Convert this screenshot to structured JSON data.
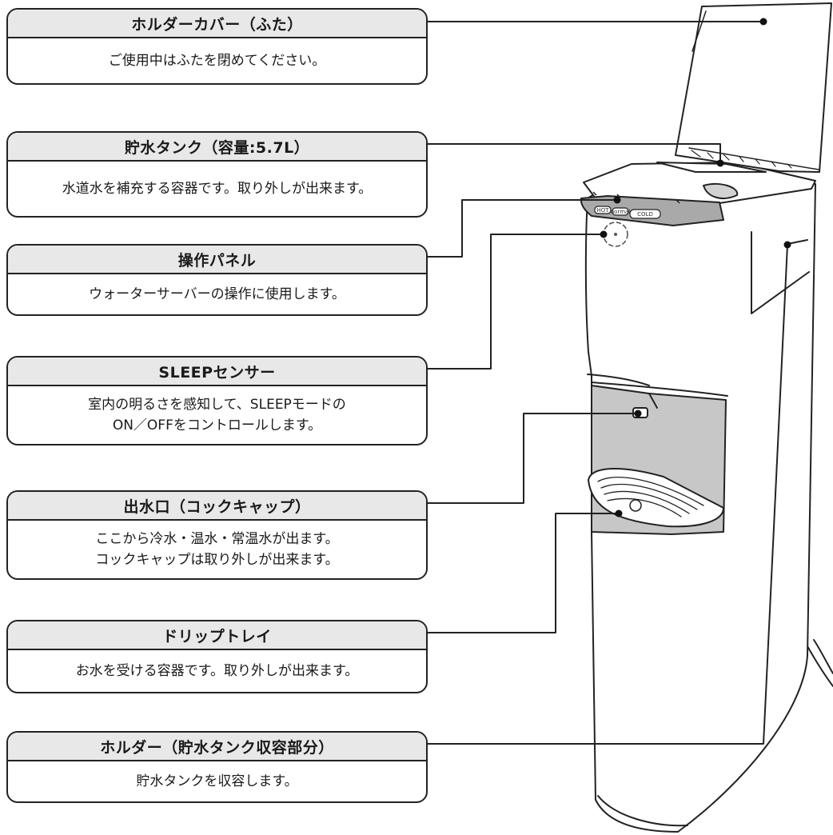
{
  "callouts": [
    {
      "id": "holder-cover",
      "title": "ホルダーカバー（ふた）",
      "lines": [
        "ご使用中はふたを閉めてください。"
      ]
    },
    {
      "id": "water-tank",
      "title": "貯水タンク（容量:5.7L）",
      "lines": [
        "水道水を補充する容器です。取り外しが出来ます。"
      ]
    },
    {
      "id": "control-panel",
      "title": "操作パネル",
      "lines": [
        "ウォーターサーバーの操作に使用します。"
      ]
    },
    {
      "id": "sleep-sensor",
      "title": "SLEEPセンサー",
      "lines": [
        "室内の明るさを感知して、SLEEPモードの",
        "ON／OFFをコントロールします。"
      ]
    },
    {
      "id": "water-outlet",
      "title": "出水口（コックキャップ）",
      "lines": [
        "ここから冷水・温水・常温水が出ます。",
        "コックキャップは取り外しが出来ます。"
      ]
    },
    {
      "id": "drip-tray",
      "title": "ドリップトレイ",
      "lines": [
        "お水を受ける容器です。取り外しが出来ます。"
      ]
    },
    {
      "id": "holder",
      "title": "ホルダー（貯水タンク収容部分）",
      "lines": [
        "貯水タンクを収容します。"
      ]
    }
  ],
  "panel_buttons": {
    "hot": "HOT",
    "room": "normal",
    "cold": "COLD"
  },
  "colors": {
    "outline": "#222222",
    "header_fill": "#e8e8e8",
    "panel_gray": "#a9a9a9",
    "recess_gray": "#c7c7c7",
    "sensor_circle": "#555555"
  }
}
